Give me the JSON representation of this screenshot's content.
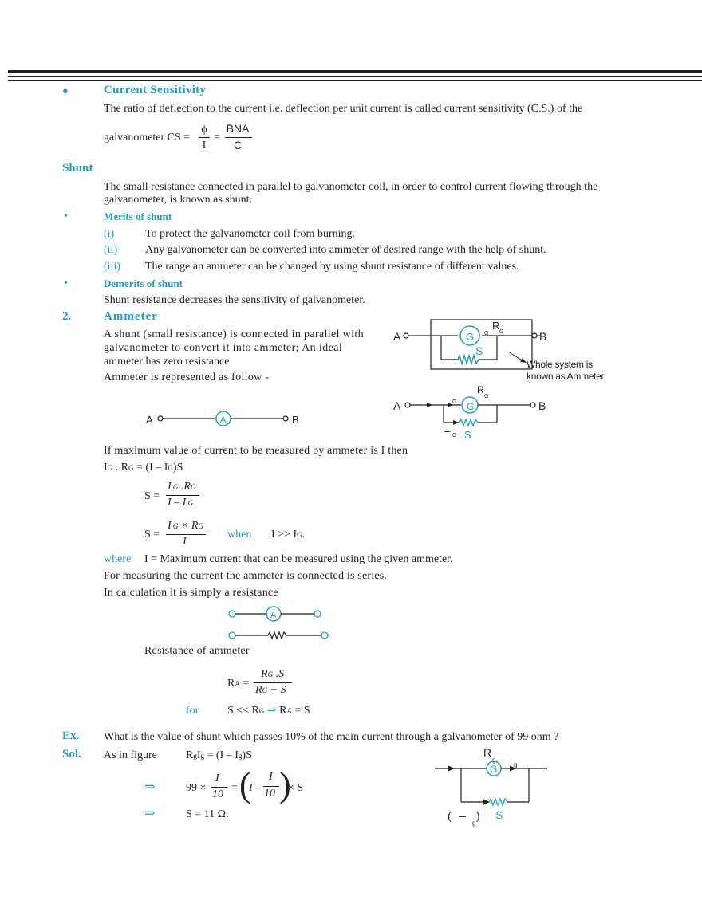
{
  "sections": {
    "current_sensitivity": {
      "bullet": "●",
      "title": "Current Sensitivity",
      "text": "The ratio of deflection to the current i.e. deflection per unit current is called current sensitivity (C.S.) of the",
      "formula_prefix": "galvanometer  CS =",
      "phi": "ϕ",
      "I": "I",
      "eq": "=",
      "bna": "BNA",
      "c": "C"
    },
    "shunt": {
      "title": "Shunt",
      "text1": "The small resistance connected in parallel to galvanometer coil, in order to control current flowing through the",
      "text2": "galvanometer, is known as shunt.",
      "merits_bullet": "•",
      "merits_title": "Merits of shunt",
      "merits": [
        {
          "num": "(i)",
          "text": "To protect the galvanometer coil from burning."
        },
        {
          "num": "(ii)",
          "text": "Any galvanometer can be converted into ammeter of desired range with the help of shunt."
        },
        {
          "num": "(iii)",
          "text": "The range an ammeter can be changed by using shunt resistance of different values."
        }
      ],
      "demerits_bullet": "•",
      "demerits_title": "Demerits of shunt",
      "demerits_text": "Shunt resistance decreases the sensitivity of galvanometer."
    },
    "ammeter": {
      "num": "2.",
      "title": "Ammeter",
      "p1": "A shunt (small resistance) is connected in parallel with",
      "p2": "galvanometer to convert it into ammeter;  An ideal",
      "p3": "ammeter has zero resistance",
      "p4": "Ammeter is represented as follow -",
      "max_current": "If maximum value of current to be measured by ammeter is I then",
      "where": "where",
      "where_text": "I = Maximum current that can be measured using the given ammeter.",
      "series": "For measuring the current the ammeter is connected is series.",
      "calc": "In calculation it is simply a resistance",
      "resistance_of": "Resistance of ammeter",
      "when": "when",
      "for": "for"
    },
    "example": {
      "ex_label": "Ex.",
      "question": "What is the value of shunt which passes 10% of the main current through a galvanometer of 99 ohm ?",
      "sol_label": "Sol.",
      "as_in_figure": "As in figure",
      "arrow": "⇒",
      "result": "S = 11 Ω."
    }
  },
  "diagram_labels": {
    "A": "A",
    "B": "B",
    "G": "G",
    "S": "S",
    "R": "R",
    "g": "g",
    "RG_sub": "G",
    "whole1": "Whole system is",
    "whole2": "known as Ammeter",
    "minus": "–",
    "paren_open": "(",
    "paren_close": ")",
    "ammeter_symbol": "A"
  },
  "colors": {
    "accent": "#1ba0c8",
    "text": "#231f20"
  }
}
